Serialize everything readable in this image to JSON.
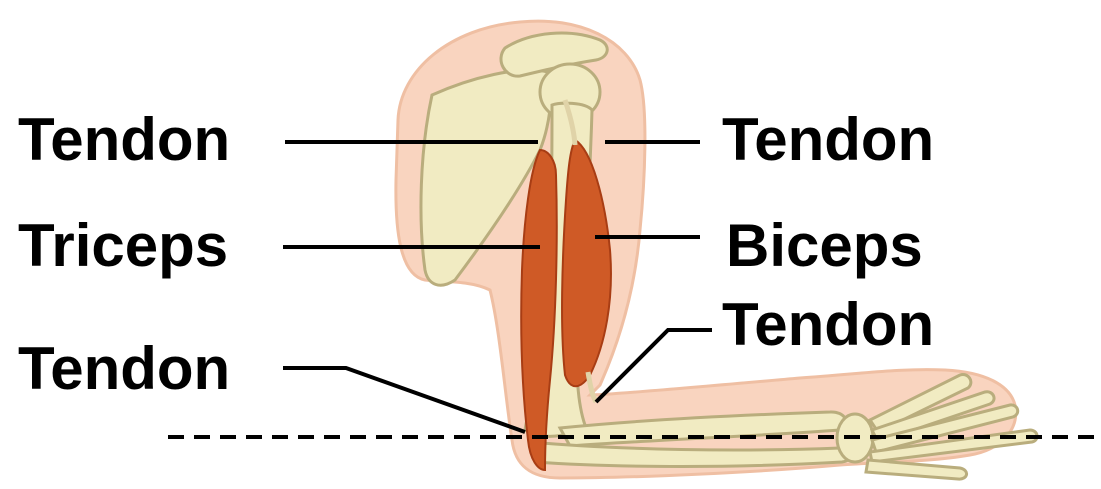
{
  "labels": {
    "tendon_upper_left": "Tendon",
    "tendon_upper_right": "Tendon",
    "triceps": "Triceps",
    "biceps": "Biceps",
    "tendon_lower_right": "Tendon",
    "tendon_lower_left": "Tendon"
  },
  "colors": {
    "skin": "#f9d4bf",
    "skin_outline": "#efbfa3",
    "bone": "#f1ebc2",
    "bone_outline": "#b9ad7d",
    "muscle": "#cf5a26",
    "muscle_dark": "#a83d14",
    "leader_line": "#000000"
  }
}
